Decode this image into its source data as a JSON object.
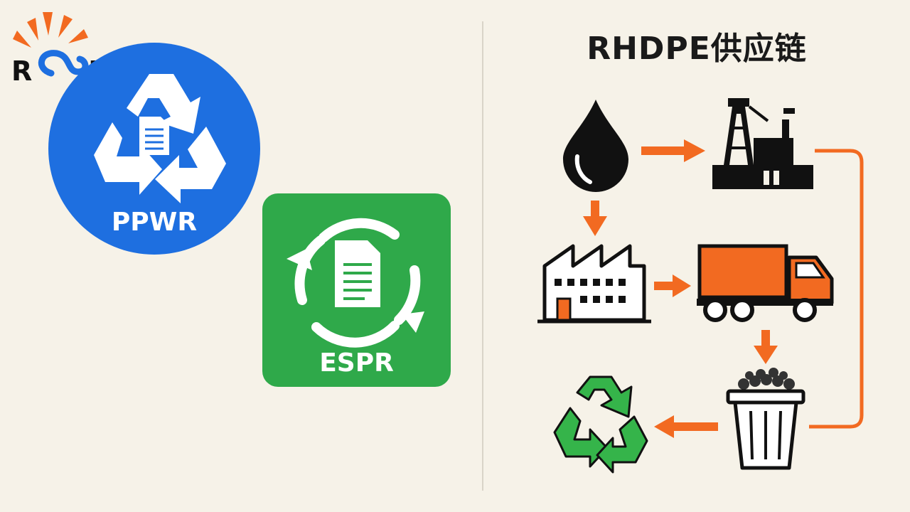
{
  "logo": {
    "text": "RMEI",
    "rays_color": "#f26a21",
    "swirl_color": "#1e6fe0"
  },
  "left_panel": {
    "ppwr": {
      "label": "PPWR",
      "color": "#1e6fe0",
      "icon": "recycle-document-icon"
    },
    "espr": {
      "label": "ESPR",
      "color": "#2fa94a",
      "icon": "cycle-document-icon"
    }
  },
  "supply_chain": {
    "title": "RHDPE供应链",
    "accent_color": "#f26a21",
    "steps": [
      {
        "icon": "oil-drop-icon"
      },
      {
        "icon": "oil-refinery-icon"
      },
      {
        "icon": "factory-icon"
      },
      {
        "icon": "truck-icon"
      },
      {
        "icon": "trash-bin-icon"
      },
      {
        "icon": "recycle-icon"
      }
    ]
  }
}
